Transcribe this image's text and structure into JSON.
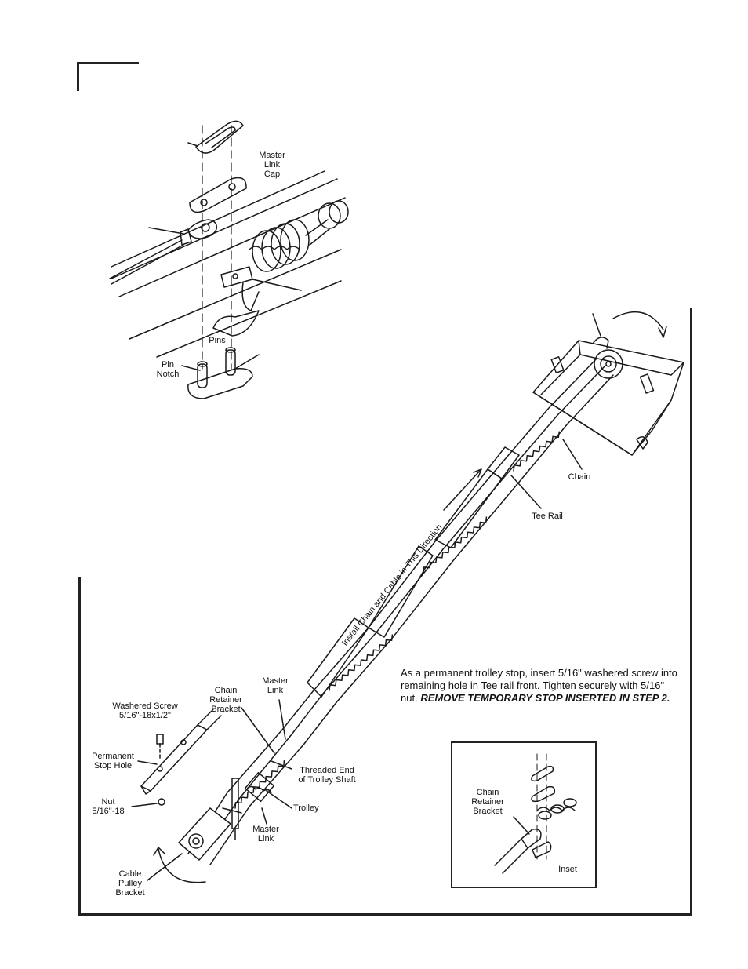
{
  "labels": {
    "master_link_cap": [
      "Master",
      "Link",
      "Cap"
    ],
    "pins": "Pins",
    "pin_notch": [
      "Pin",
      "Notch"
    ],
    "chain": "Chain",
    "tee_rail": "Tee Rail",
    "install_direction": "Install Chain and Cable in This Direction",
    "washered_screw": [
      "Washered Screw",
      "5/16\"-18x1/2\""
    ],
    "chain_retainer_bracket": [
      "Chain",
      "Retainer",
      "Bracket"
    ],
    "master_link_top": [
      "Master",
      "Link"
    ],
    "permanent_stop_hole": [
      "Permanent",
      "Stop Hole"
    ],
    "threaded_end": [
      "Threaded End",
      "of Trolley Shaft"
    ],
    "nut": [
      "Nut",
      "5/16\"-18"
    ],
    "trolley": "Trolley",
    "master_link_bottom": [
      "Master",
      "Link"
    ],
    "cable_pulley_bracket": [
      "Cable",
      "Pulley",
      "Bracket"
    ],
    "inset_chain_retainer_bracket": [
      "Chain",
      "Retainer",
      "Bracket"
    ],
    "inset": "Inset"
  },
  "note": {
    "text": "As a permanent trolley stop, insert 5/16\" washered screw into remaining hole in Tee rail front. Tighten securely with 5/16\" nut.",
    "emphasis": "REMOVE TEMPORARY STOP INSERTED IN STEP 2."
  },
  "icons": [
    "master-link-icon",
    "chain-icon",
    "trolley-icon",
    "motor-head-icon",
    "pulley-bracket-icon",
    "rotation-arrow-icon",
    "direction-arrow-icon"
  ]
}
